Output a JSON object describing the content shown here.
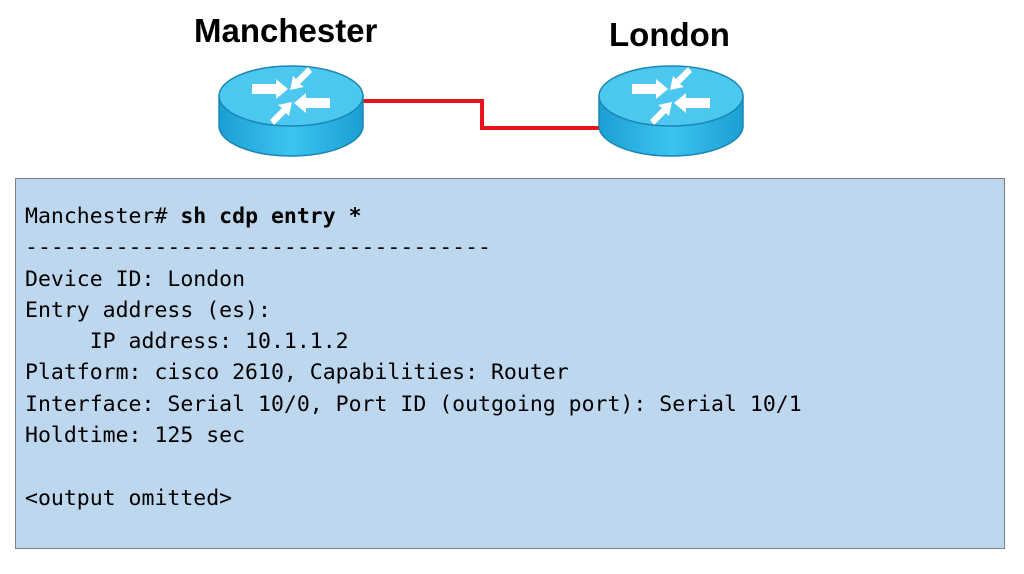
{
  "diagram": {
    "routers": [
      {
        "name": "Manchester",
        "icon": "router-icon"
      },
      {
        "name": "London",
        "icon": "router-icon"
      }
    ],
    "link_color": "#e8141c",
    "router_color": "#29b6e8"
  },
  "terminal": {
    "prompt": "Manchester# ",
    "command": "sh cdp entry *",
    "separator": "------------------------------------",
    "lines": [
      "Device ID: London",
      "Entry address (es):",
      "     IP address: 10.1.1.2",
      "Platform: cisco 2610, Capabilities: Router",
      "Interface: Serial 10/0, Port ID (outgoing port): Serial 10/1",
      "Holdtime: 125 sec"
    ],
    "footer": "<output omitted>",
    "background": "#bdd7ee"
  }
}
